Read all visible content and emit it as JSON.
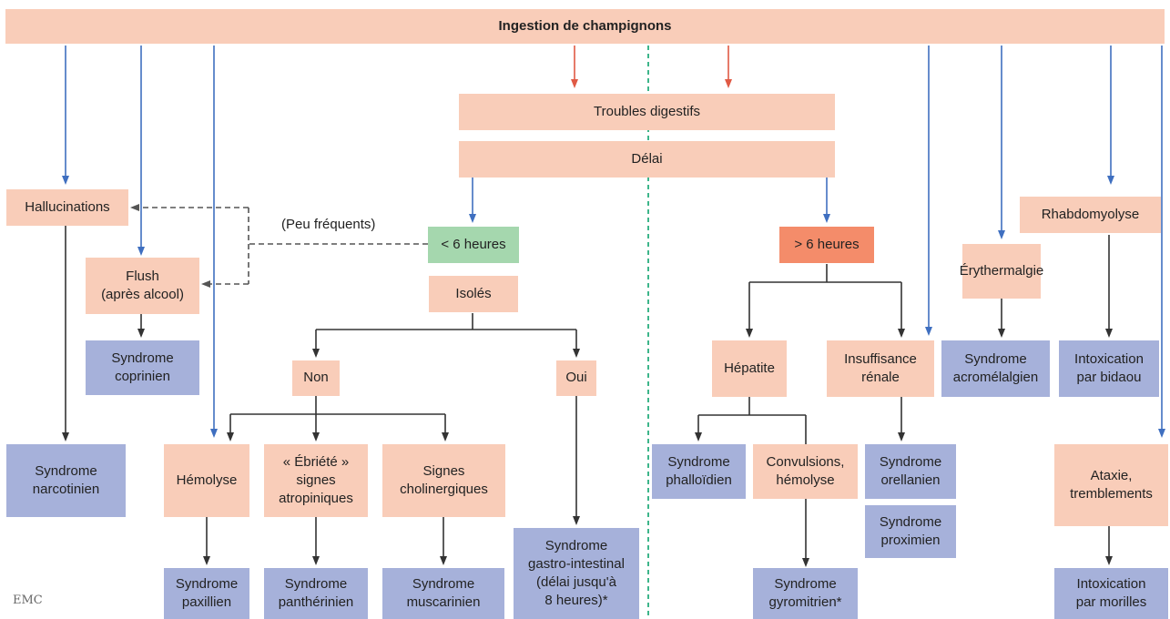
{
  "title": "Ingestion de champignons",
  "nodes": {
    "troubles_digestifs": "Troubles digestifs",
    "delai": "Délai",
    "moins_6h": "< 6 heures",
    "plus_6h": "> 6 heures",
    "isoles": "Isolés",
    "non": "Non",
    "oui": "Oui",
    "hallucinations": "Hallucinations",
    "flush": "Flush\n(après alcool)",
    "hemolyse": "Hémolyse",
    "ebriete": "« Ébriété »\nsignes\natropiniques",
    "signes_cholinergiques": "Signes\ncholinergiques",
    "hepatite": "Hépatite",
    "insuffisance_renale": "Insuffisance\nrénale",
    "convulsions_hemolyse": "Convulsions,\nhémolyse",
    "erythermalgie": "Érythermalgie",
    "rhabdomyolyse": "Rhabdomyolyse",
    "ataxie": "Ataxie,\ntremblements",
    "syndrome_narcotinien": "Syndrome\nnarcotinien",
    "syndrome_coprinien": "Syndrome\ncoprinien",
    "syndrome_paxillien": "Syndrome\npaxillien",
    "syndrome_pantherinien": "Syndrome\npanthérinien",
    "syndrome_muscarinien": "Syndrome\nmuscarinien",
    "syndrome_gastro": "Syndrome\ngastro-intestinal\n(délai jusqu'à\n8 heures)*",
    "syndrome_phalloidien": "Syndrome\nphalloïdien",
    "syndrome_orellanien": "Syndrome\norellanien",
    "syndrome_proximien": "Syndrome\nproximien",
    "syndrome_gyromitrien": "Syndrome\ngyromitrien*",
    "syndrome_acromelalgien": "Syndrome\nacromélalgien",
    "intoxication_bidaou": "Intoxication\npar bidaou",
    "intoxication_morilles": "Intoxication\npar morilles"
  },
  "annotation_peu_frequents": "(Peu fréquents)",
  "logo_text": "EMC",
  "colors": {
    "pink": "#f9cdb9",
    "blue": "#a6b1da",
    "green": "#a5d7ae",
    "orange": "#f48c6a",
    "blue_arrow": "#3f6fc0",
    "red_arrow": "#e05a45",
    "dark_arrow": "#333333",
    "divider": "#3db58a"
  }
}
